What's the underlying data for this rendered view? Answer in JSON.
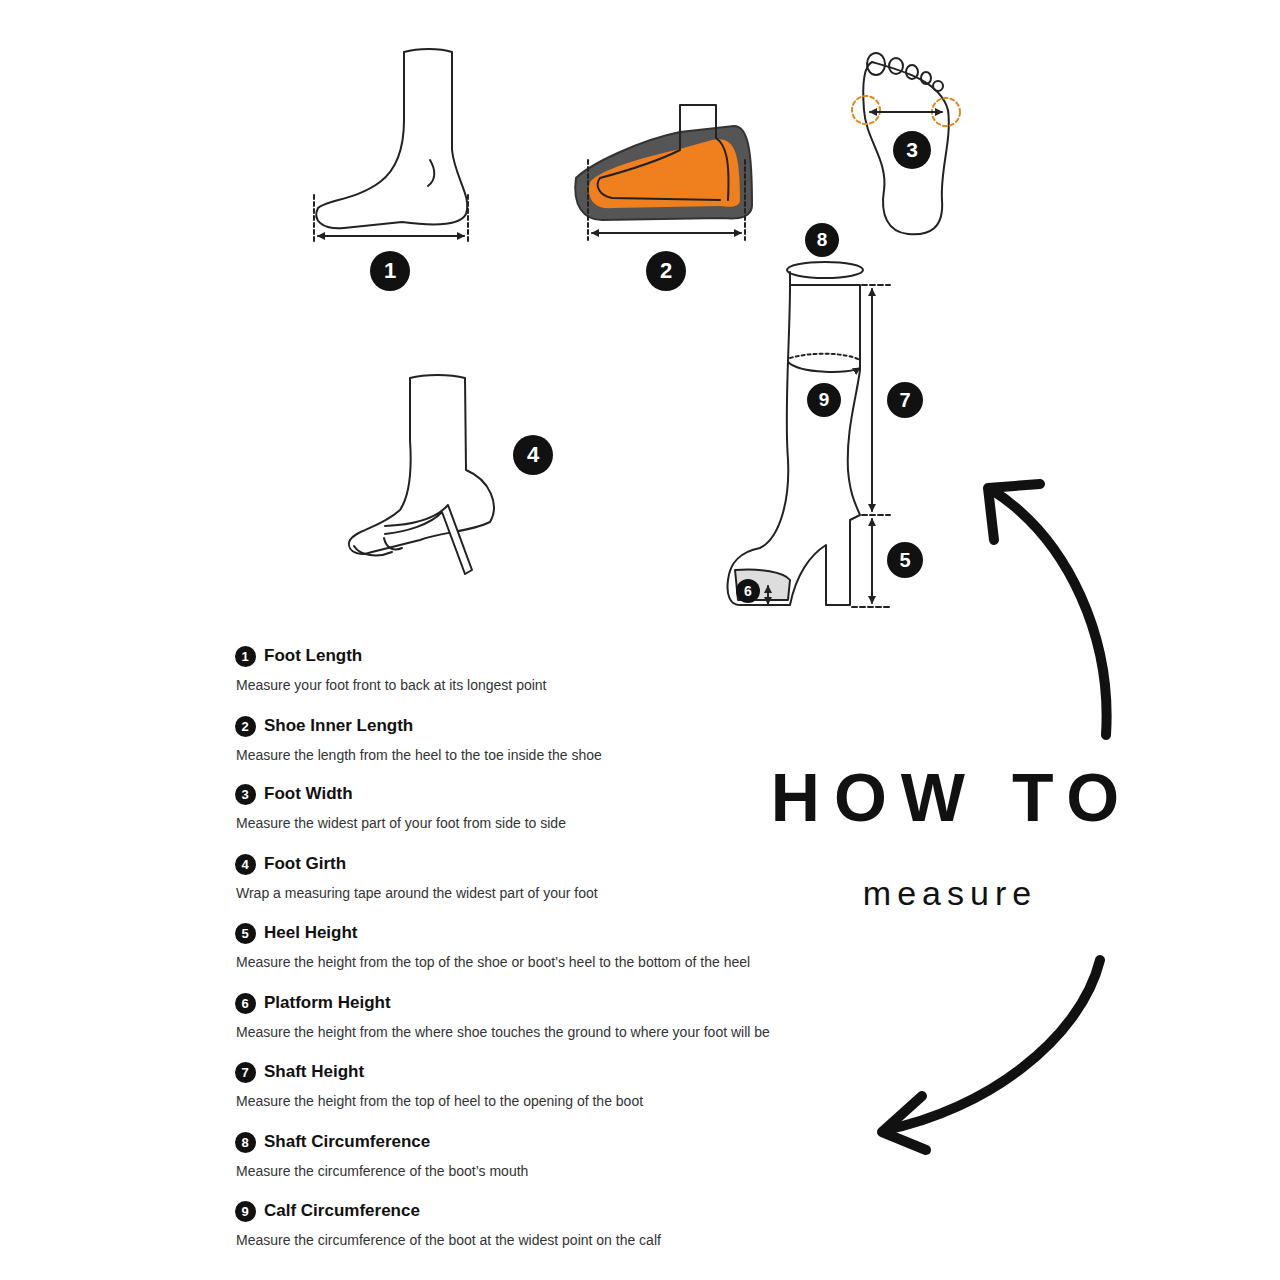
{
  "diagram": {
    "title": "HOW TO",
    "labels": [
      "1",
      "2",
      "3",
      "8",
      "9",
      "7",
      "4",
      "5",
      "6",
      "1",
      "Foot Length",
      "Measure your foot front to back at its longest point",
      "2",
      "Shoe Inner Length",
      "Measure the length from the heel to the toe inside the shoe",
      "3",
      "Foot Width",
      "Measure the widest part of your foot from side to side",
      "4",
      "Foot Girth",
      "Wrap a measuring tape around the widest part of your foot",
      "5",
      "Heel Height",
      "Measure the height from the top of the shoe or boot’s heel to the bottom of the heel",
      "6",
      "Platform Height",
      "Measure the height from the where shoe touches the ground to where your foot will be",
      "7",
      "Shaft Height",
      "Measure the height from the top of heel to the opening of the boot",
      "8",
      "Shaft Circumference",
      "Measure the circumference of the boot’s mouth",
      "9",
      "Calf Circumference",
      "Measure the circumference of the boot at the widest point on the calf",
      "measure"
    ]
  }
}
